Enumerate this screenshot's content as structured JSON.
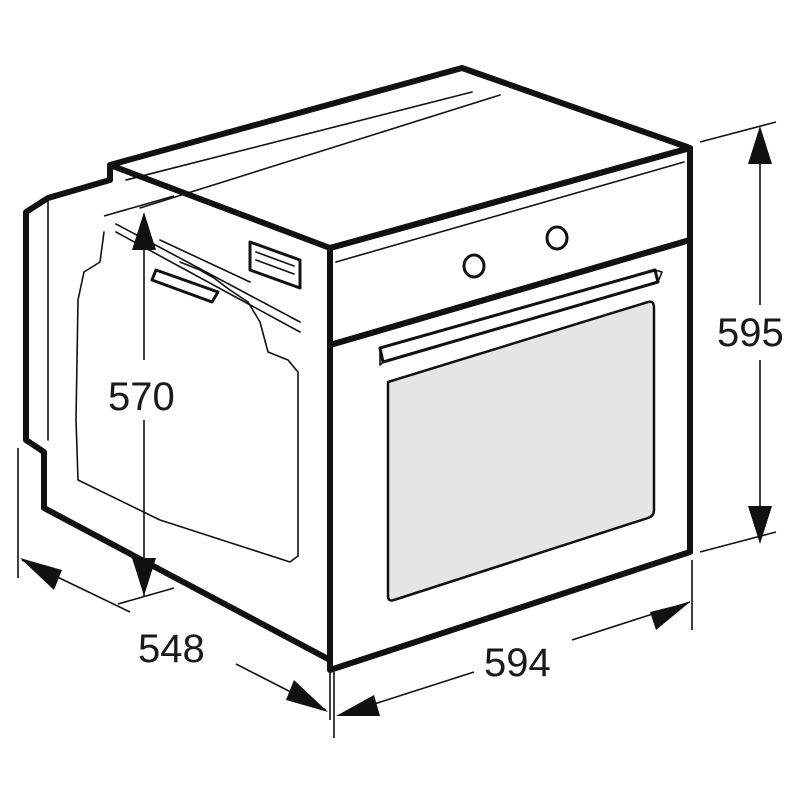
{
  "diagram": {
    "dimensions": {
      "height": "595",
      "width": "594",
      "depth": "548",
      "inner_height": "570"
    },
    "colors": {
      "line": "#111111",
      "glass": "#e5e5e5",
      "background": "#ffffff"
    }
  }
}
